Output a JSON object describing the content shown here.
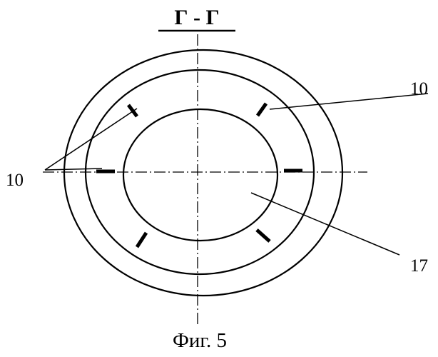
{
  "section_label": "Г - Г",
  "callouts": {
    "label_10_right": "10",
    "label_10_left": "10",
    "label_17": "17"
  },
  "caption": "Фиг. 5",
  "colors": {
    "ink": "#000000",
    "background": "#ffffff"
  }
}
